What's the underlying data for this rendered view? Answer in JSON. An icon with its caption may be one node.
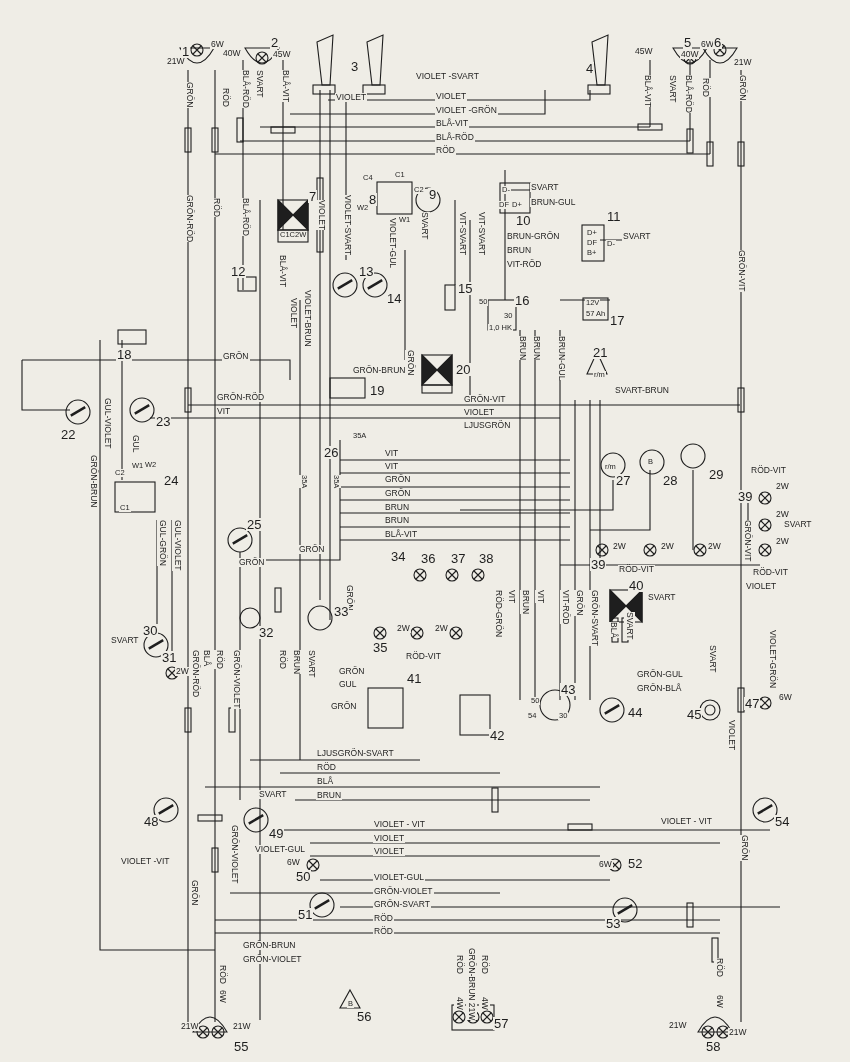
{
  "diagram": {
    "labels": [
      "1",
      "6W",
      "21W",
      "40W",
      "2",
      "45W",
      "3",
      "VIOLET -SVART",
      "VIOLET",
      "VIOLET",
      "VIOLET -GRÖN",
      "BLÅ-VIT",
      "BLÅ-RÖD",
      "RÖD",
      "4",
      "45W",
      "5",
      "40W",
      "6W",
      "6",
      "21W",
      "GRÖN",
      "RÖD",
      "BLÅ-RÖD",
      "SVART",
      "BLÅ-VIT",
      "BLÅ-VIT",
      "SVART",
      "BLÅ-RÖD",
      "RÖD",
      "GRÖN",
      "GRÖN-RÖD",
      "RÖD",
      "BLÅ-RÖD",
      "7",
      "C1C2W",
      "VIOLET",
      "VIOLET-SVART",
      "C4",
      "C1",
      "C2",
      "8",
      "W2",
      "W1",
      "VIOLET-GUL",
      "SVART",
      "9",
      "VIT-SVART",
      "VIT-SVART",
      "SVART",
      "BRUN-GUL",
      "10",
      "11",
      "SVART",
      "BRUN-GRÖN",
      "BRUN",
      "VIT-RÖD",
      "GRÖN-VIT",
      "12",
      "BLÅ-VIT",
      "VIOLET",
      "VIOLET-BRUN",
      "13",
      "14",
      "15",
      "50",
      "16",
      "30",
      "1,0 HK",
      "12V",
      "57 Ah",
      "17",
      "18",
      "GRÖN",
      "GRÖN-BRUN",
      "19",
      "GRÖN",
      "20",
      "BRUN",
      "BRUN",
      "BRUN-GUL",
      "21",
      "SVART-BRUN",
      "GRÖN-RÖD",
      "GRÖN-VIT",
      "VIT",
      "VIOLET",
      "LJUSGRÖN",
      "22",
      "GUL-VIOLET",
      "23",
      "35A",
      "26",
      "GUL",
      "C2",
      "W1",
      "W2",
      "24",
      "VIT",
      "VIT",
      "GRÖN",
      "35A",
      "35A",
      "27",
      "28",
      "29",
      "GRÖN",
      "GRÖN-BRUN",
      "C1",
      "BRUN",
      "39",
      "RÖD-VIT",
      "2W",
      "BRUN",
      "2W",
      "SVART",
      "BLÅ-VIT",
      "GRÖN-VIT",
      "2W",
      "25",
      "GUL-GRÖN",
      "GUL-VIOLET",
      "GRÖN",
      "GRÖN",
      "34",
      "36",
      "37",
      "38",
      "2W",
      "2W",
      "2W",
      "39",
      "RÖD-VIT",
      "RÖD-VIT",
      "RÖD-GRÖN",
      "VIT",
      "BRUN",
      "VIT",
      "VIT-RÖD",
      "GRÖN",
      "GRÖN-SVART",
      "40",
      "VIOLET",
      "SVART",
      "GRÖN",
      "33",
      "32",
      "SVART",
      "30",
      "31",
      "2W",
      "2W",
      "2W",
      "35",
      "RÖD-VIT",
      "GRÖN-RÖD",
      "BLÅ",
      "RÖD",
      "GRÖN-VIOLET",
      "RÖD",
      "BRUN",
      "SVART",
      "BLÅ",
      "SVART",
      "SVART",
      "VIOLET-GRÖN",
      "GRÖN",
      "GRÖN-GUL",
      "GUL",
      "GRÖN-BLÅ",
      "41",
      "43",
      "47",
      "6W",
      "GRÖN",
      "50",
      "54",
      "30",
      "44",
      "45",
      "VIOLET",
      "42",
      "LJUSGRÖN-SVART",
      "RÖD",
      "BLÅ",
      "SVART",
      "BRUN",
      "48",
      "VIOLET - VIT",
      "VIOLET - VIT",
      "54",
      "49",
      "VIOLET",
      "GRÖN-VIOLET",
      "VIOLET-GUL",
      "VIOLET",
      "GRÖN",
      "VIOLET -VIT",
      "6W",
      "52",
      "6W",
      "50",
      "VIOLET-GUL",
      "GRÖN-VIOLET",
      "GRÖN",
      "GRÖN-SVART",
      "51",
      "RÖD",
      "53",
      "RÖD",
      "GRÖN-BRUN",
      "GRÖN-VIOLET",
      "RÖD",
      "RÖD",
      "GRÖN-BRUN 21W",
      "RÖD",
      "RÖD",
      "6W",
      "6W",
      "B",
      "4W",
      "4W",
      "56",
      "57",
      "21W",
      "21W",
      "21W",
      "21W",
      "55",
      "58",
      "D-",
      "DF",
      "D+",
      "D+",
      "DF",
      "B+",
      "D-",
      "r/m",
      "r/m",
      "B"
    ]
  }
}
